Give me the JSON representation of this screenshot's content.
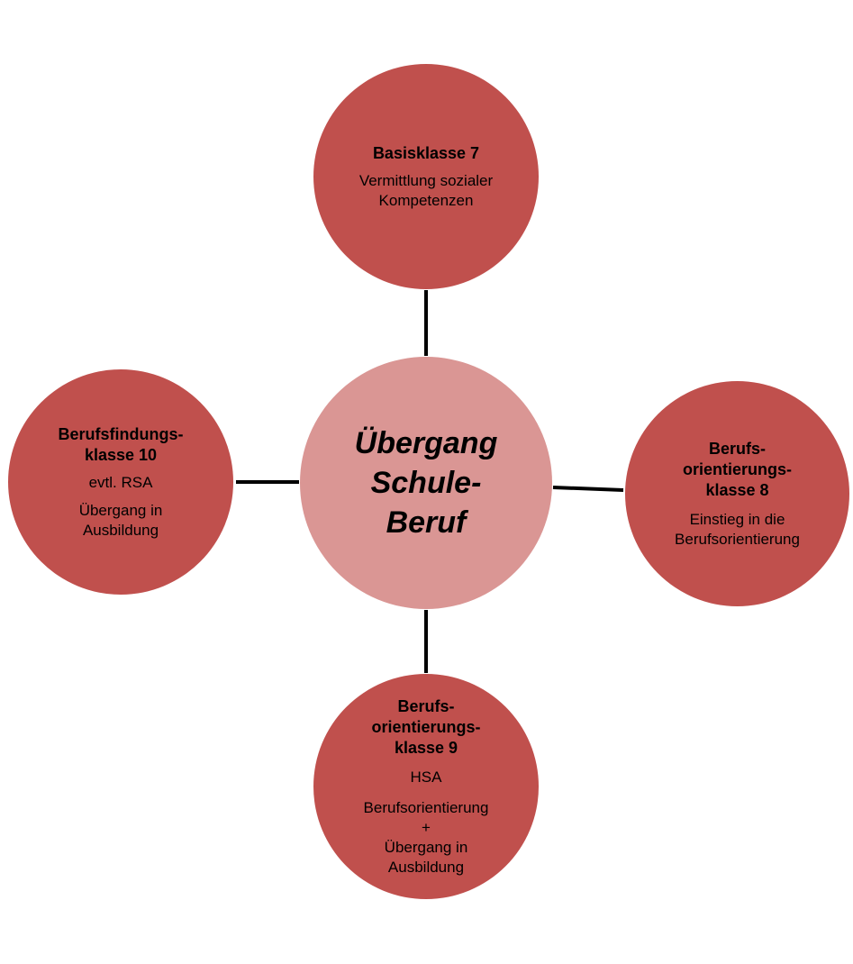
{
  "center": {
    "title": "Übergang\nSchule-\nBeruf"
  },
  "nodes": {
    "top": {
      "title": "Basisklasse 7",
      "text": "Vermittlung sozialer\nKompetenzen"
    },
    "left": {
      "title": "Berufsfindungs-\nklasse 10",
      "text1": "evtl.  RSA",
      "text2": "Übergang in\nAusbildung"
    },
    "right": {
      "title": "Berufs-\norientierungs-\nklasse 8",
      "text": "Einstieg in die\nBerufsorientierung"
    },
    "bottom": {
      "title": "Berufs-\norientierungs-\nklasse  9",
      "text1": "HSA",
      "text2": "Berufsorientierung\n+\nÜbergang in\nAusbildung"
    }
  },
  "colors": {
    "outer_fill": "#c0504d",
    "center_fill": "#da9694",
    "connector": "#000000"
  }
}
